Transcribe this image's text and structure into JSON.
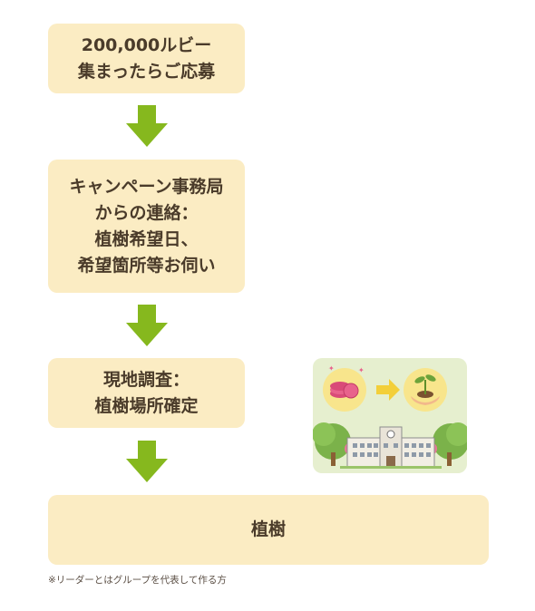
{
  "steps": [
    {
      "lines": [
        "200,000ルビー",
        "集まったらご応募"
      ]
    },
    {
      "lines": [
        "キャンペーン事務局",
        "からの連絡：",
        "植樹希望日、",
        "希望箇所等お伺い"
      ]
    },
    {
      "lines": [
        "現地調査：",
        "植樹場所確定"
      ]
    },
    {
      "lines": [
        "植樹"
      ]
    }
  ],
  "note": "※リーダーとはグループを代表して作る方",
  "colors": {
    "step_bg": "#fbecc3",
    "arrow": "#86b81e",
    "text": "#4a3b2a",
    "illustration_bg": "#e6efcf"
  },
  "icons": [
    "arrow-down-icon",
    "ruby-coins-icon",
    "arrow-right-icon",
    "sprout-hands-icon",
    "school-building-icon",
    "tree-icon"
  ]
}
